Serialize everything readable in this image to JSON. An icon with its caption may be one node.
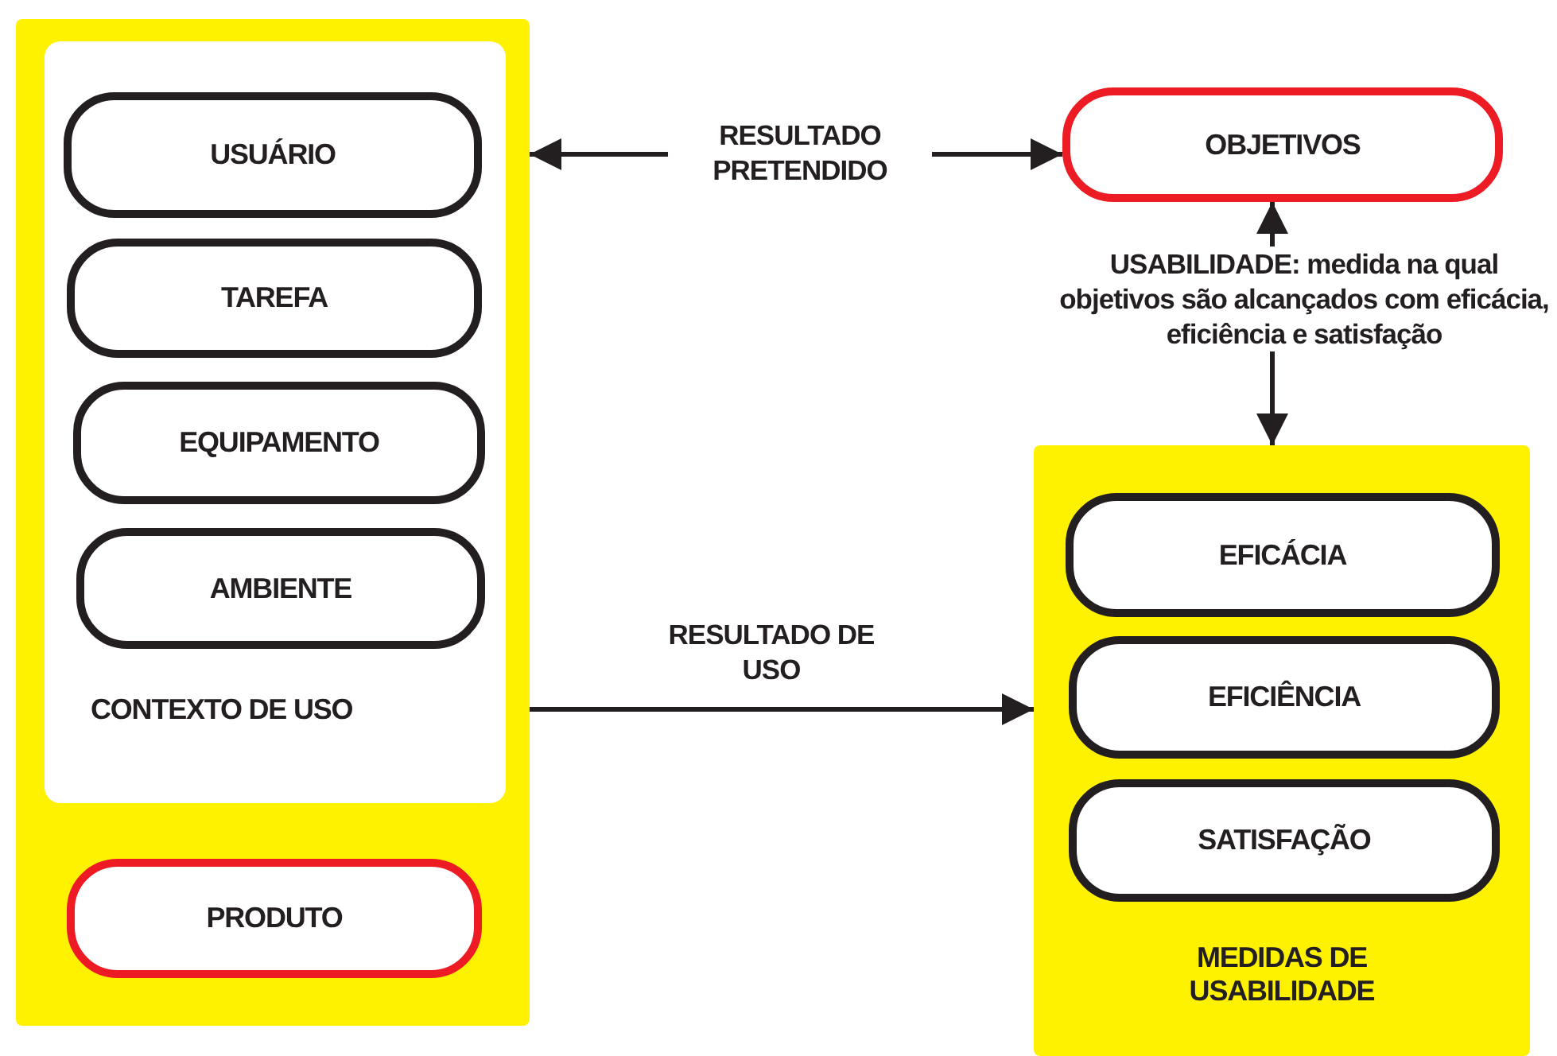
{
  "diagram": {
    "nodes": [
      {
        "text": [],
        "shape": "box"
      },
      {
        "text": [
          "CONTEXTO DE USO"
        ],
        "in": 0
      },
      {
        "text": [
          "USUÁRIO"
        ],
        "in": 1
      },
      {
        "text": [
          "TAREFA"
        ],
        "in": 1
      },
      {
        "text": [
          "EQUIPAMENTO"
        ],
        "in": 1
      },
      {
        "text": [
          "AMBIENTE"
        ],
        "in": 1
      },
      {
        "text": [
          "PRODUTO"
        ],
        "in": 0
      },
      {
        "text": [
          "OBJETIVOS"
        ]
      },
      {
        "text": [
          "MEDIDAS DE USABILIDADE"
        ]
      },
      {
        "text": [
          "EFICÁCIA"
        ],
        "in": 8
      },
      {
        "text": [
          "EFICIÊNCIA"
        ],
        "in": 8
      },
      {
        "text": [
          "SATISFAÇÃO"
        ],
        "in": 8
      }
    ],
    "edges": [
      {
        "from": 0,
        "to": 7,
        "arrow": "both",
        "label": "RESULTADO PRETENDIDO"
      },
      {
        "from": 0,
        "to": 8,
        "arrow": "to",
        "label": "RESULTADO DE USO"
      },
      {
        "from": 7,
        "to": 8,
        "arrow": "both",
        "label": "USABILIDADE: medida na qual objetivos são alcançados com eficácia, eficiência e satisfação"
      }
    ]
  }
}
